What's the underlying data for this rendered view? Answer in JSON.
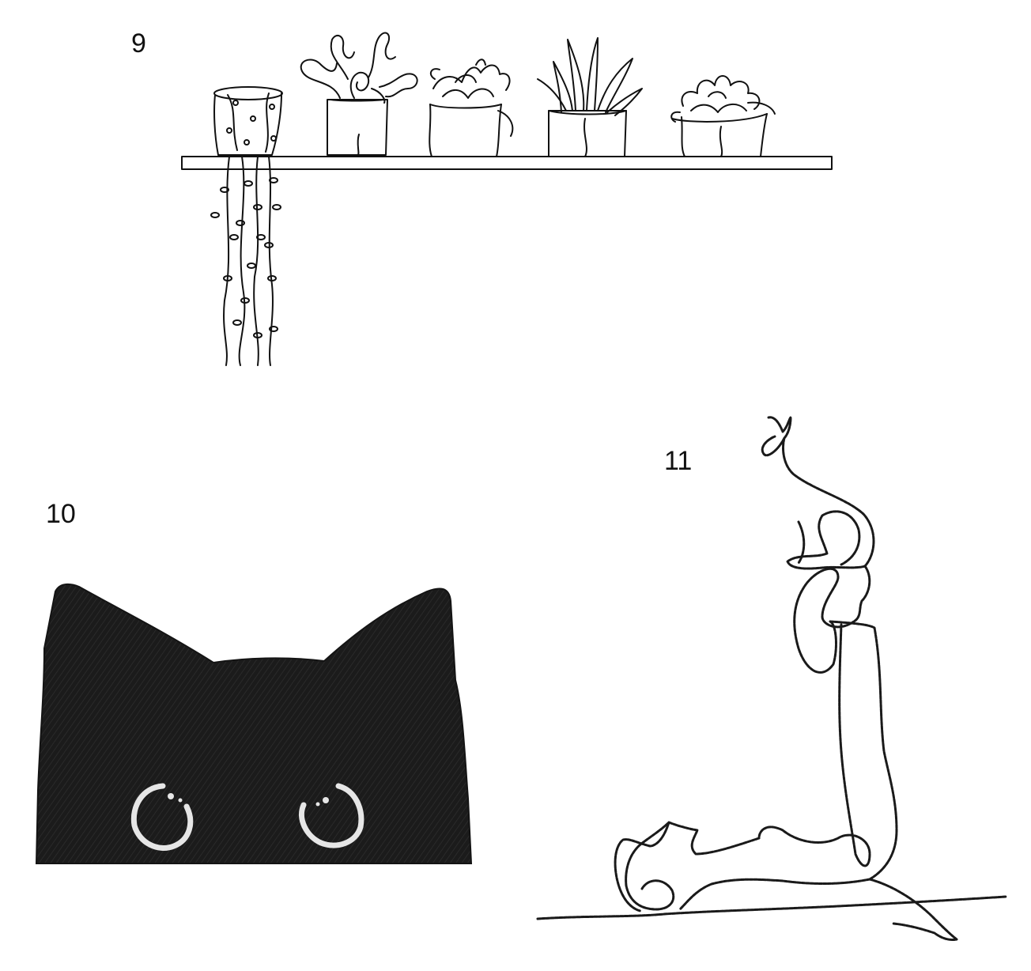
{
  "labels": {
    "design_9": "9",
    "design_10": "10",
    "design_11": "11"
  },
  "colors": {
    "ink": "#111111",
    "cat_fill": "#1b1b1b",
    "eye_stitch": "#e6e6e6",
    "background": "#ffffff"
  },
  "icons": {
    "design_9": "plant-shelf-line-art-icon",
    "design_10": "peeking-black-cat-icon",
    "design_11": "yoga-woman-with-cat-line-art-icon"
  }
}
